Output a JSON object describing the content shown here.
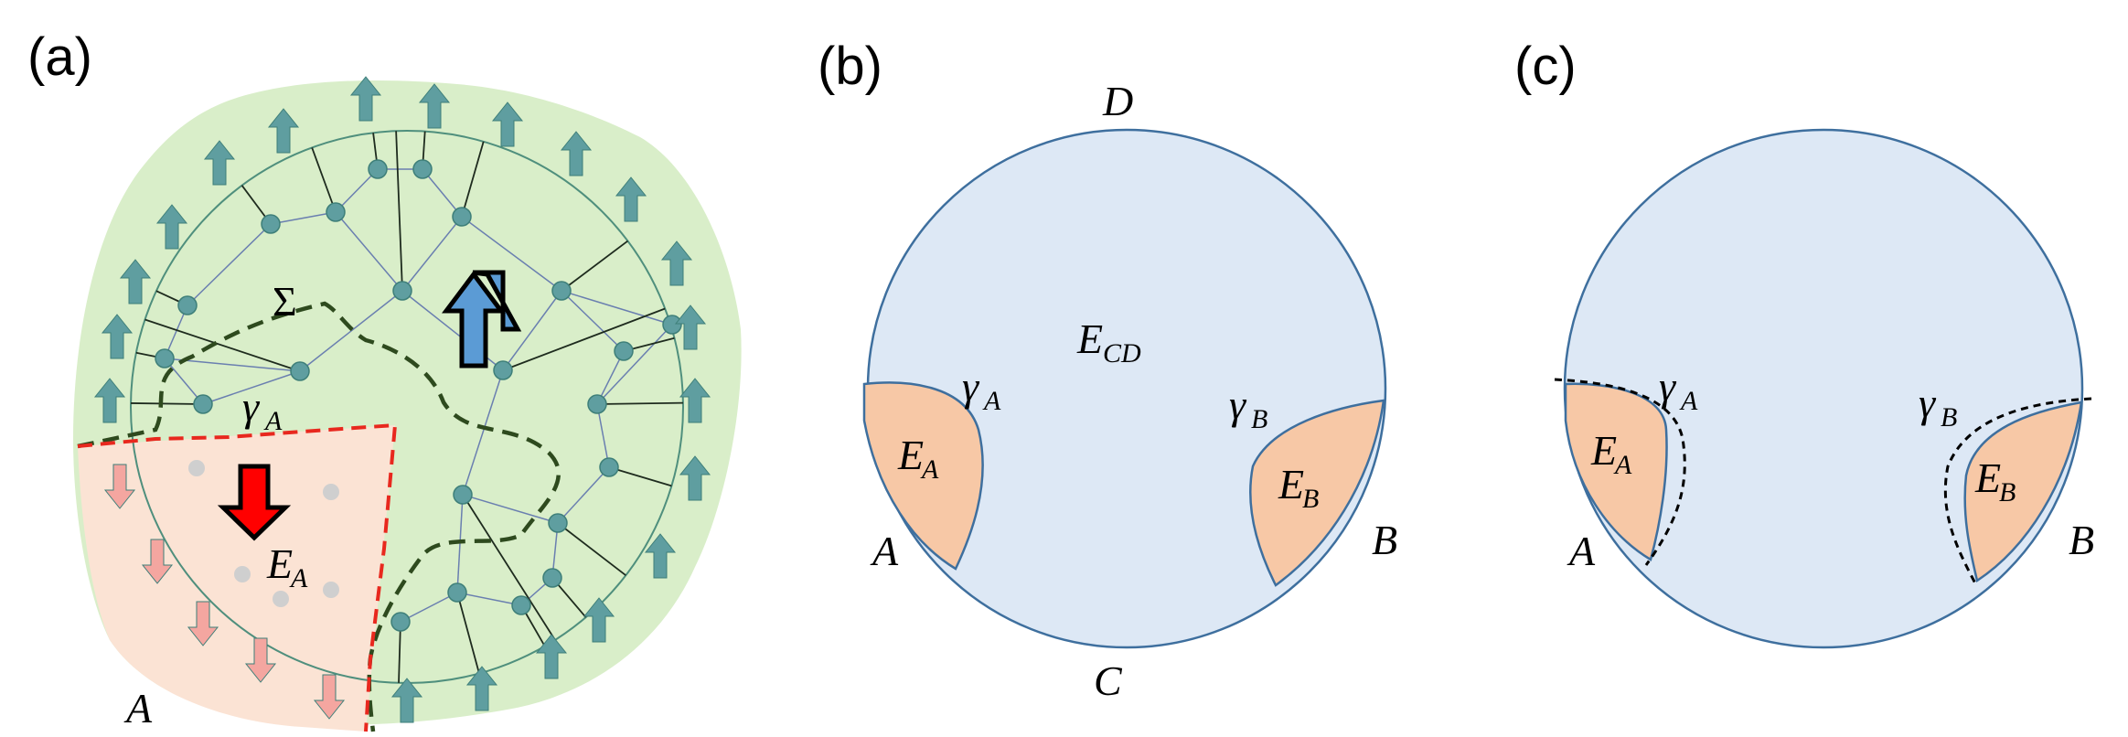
{
  "panels": [
    {
      "id": "a",
      "label": "(a)"
    },
    {
      "id": "b",
      "label": "(b)"
    },
    {
      "id": "c",
      "label": "(c)"
    }
  ],
  "panel_a": {
    "sigma": "Σ",
    "gamma": "γ",
    "gamma_sub": "A",
    "entanglement_wedge": "E",
    "entanglement_wedge_sub": "A",
    "region": "A"
  },
  "panel_b": {
    "boundary_top": "D",
    "boundary_bottom": "C",
    "boundary_left": "A",
    "boundary_right": "B",
    "center_wedge": "E",
    "center_wedge_sub": "CD",
    "gamma_a": "γ",
    "gamma_a_sub": "A",
    "gamma_b": "γ",
    "gamma_b_sub": "B",
    "wedge_a": "E",
    "wedge_a_sub": "A",
    "wedge_b": "E",
    "wedge_b_sub": "B"
  },
  "panel_c": {
    "boundary_left": "A",
    "boundary_right": "B",
    "gamma_a": "γ",
    "gamma_a_sub": "A",
    "gamma_b": "γ",
    "gamma_b_sub": "B",
    "wedge_a": "E",
    "wedge_a_sub": "A",
    "wedge_b": "E",
    "wedge_b_sub": "B"
  },
  "colors": {
    "bulk_green": "#d9eec9",
    "region_peach": "#fbe3d4",
    "disk_blue": "#dde8f5",
    "disk_stroke": "#3e6f9e",
    "wedge_orange": "#f7c8a6",
    "node_teal": "#5f9ea0",
    "arrow_teal": "#5f9ea0",
    "arrow_blue": "#5b9bd5",
    "arrow_red": "#ff0000",
    "arrow_pink": "#f4a6a0",
    "cut_red": "#e8281e",
    "surface_dark": "#2e4a1e"
  }
}
